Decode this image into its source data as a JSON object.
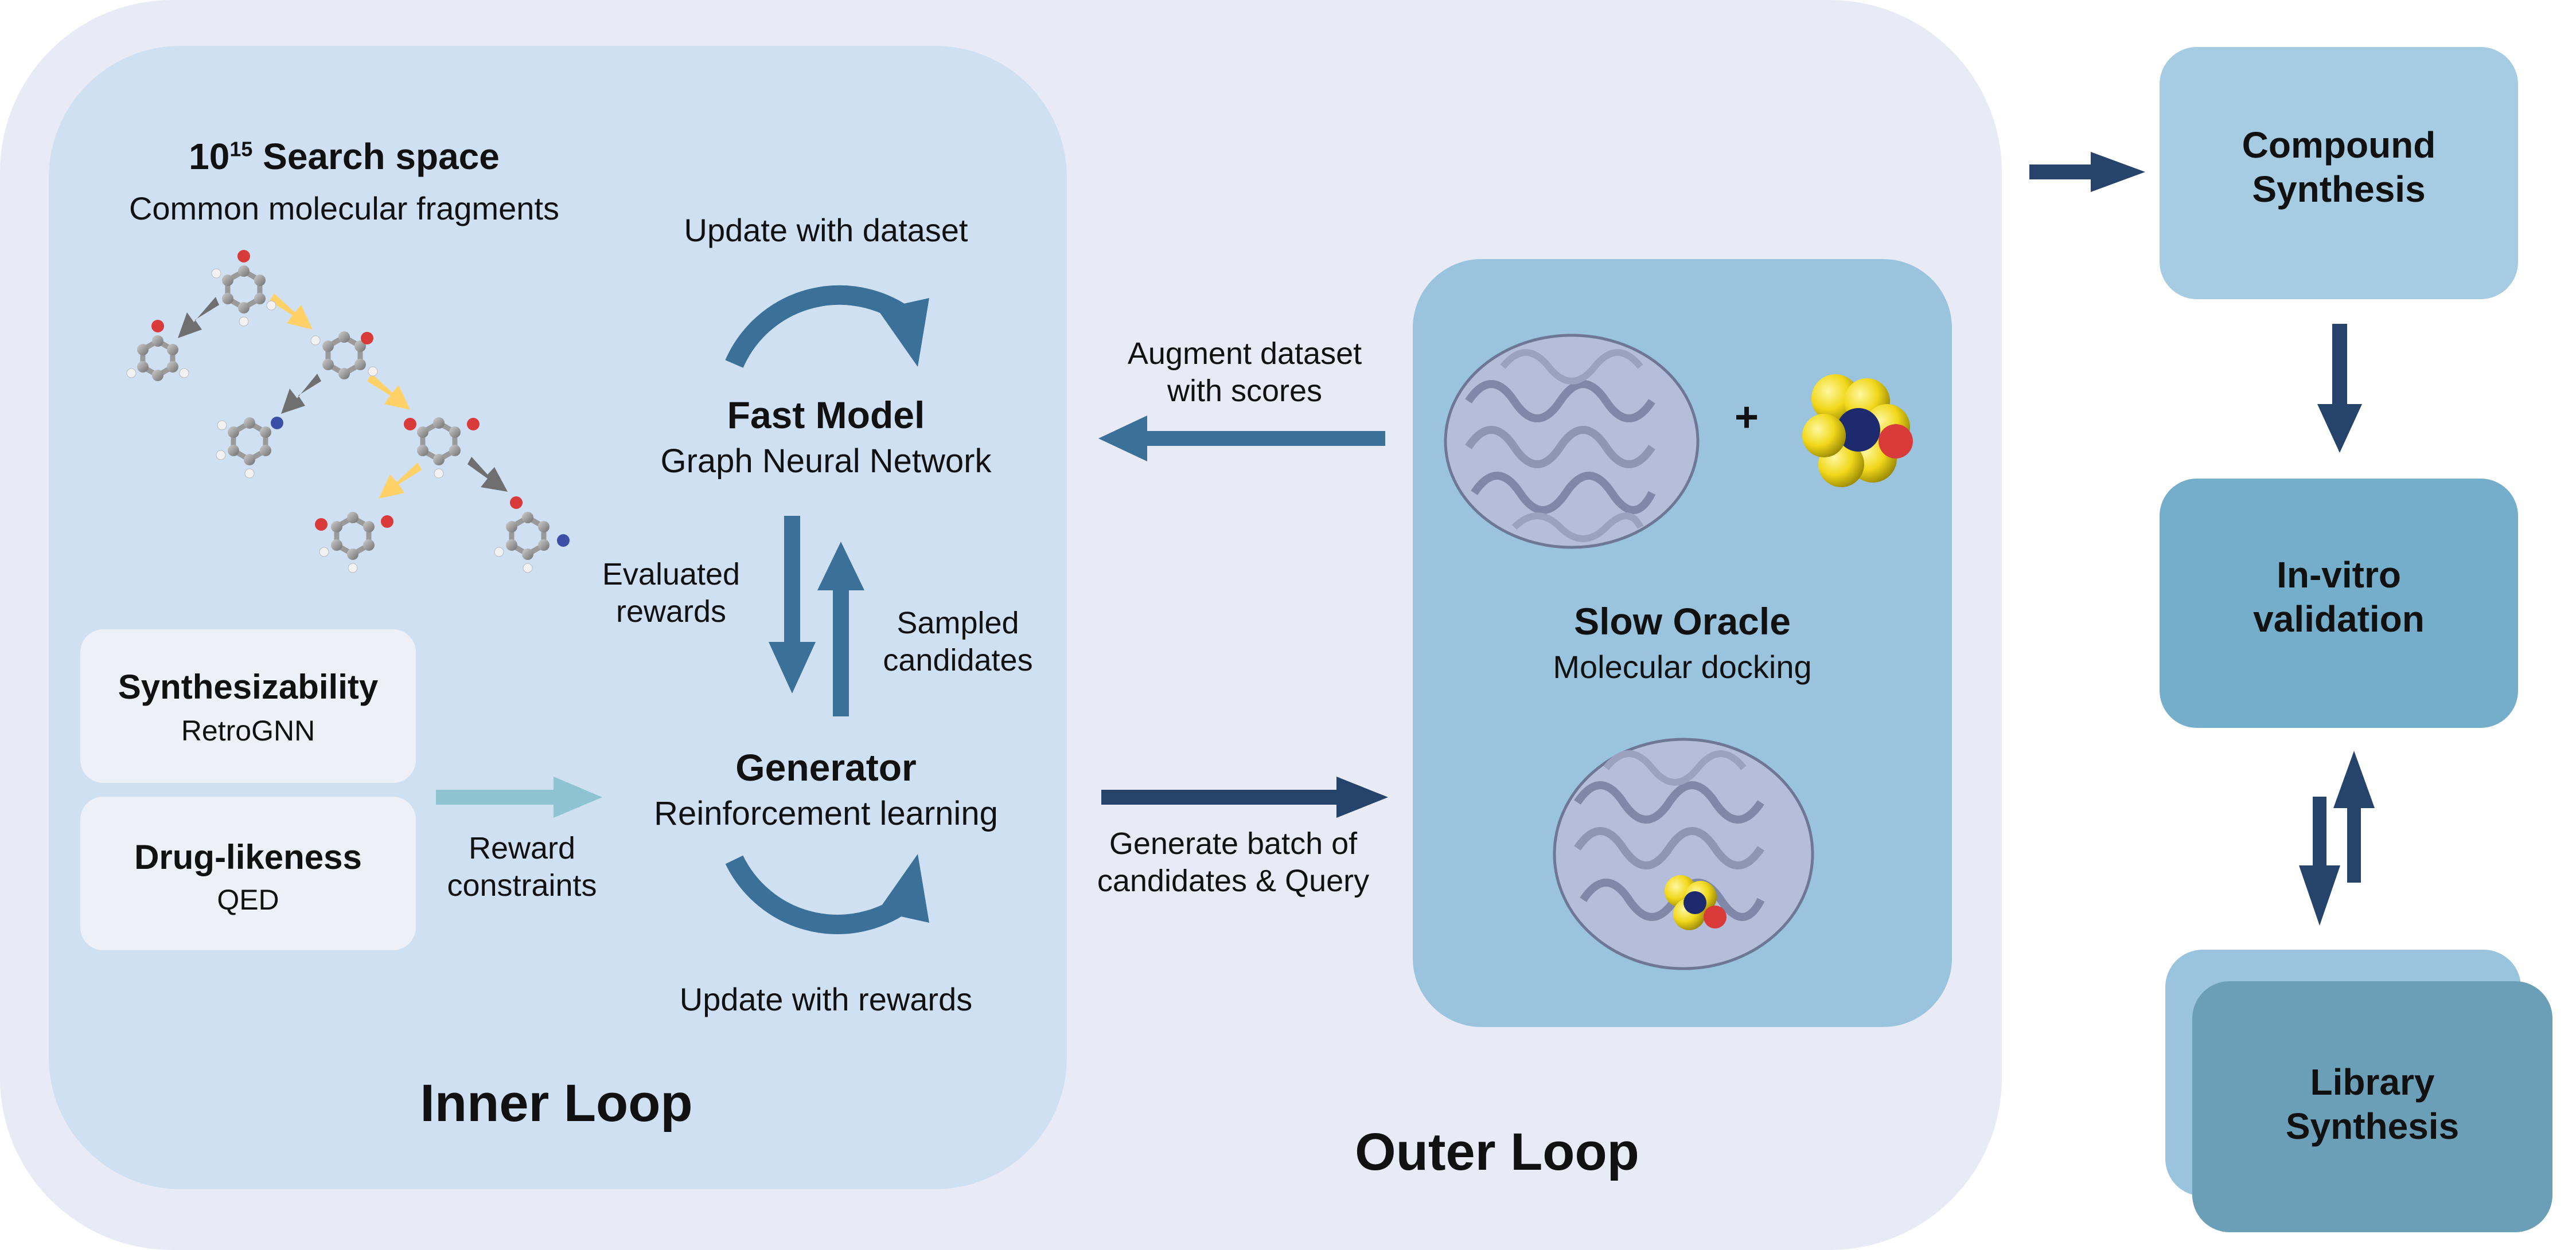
{
  "colors": {
    "outer_bg": "#e8ebf5",
    "inner_bg": "#cfe0f3",
    "oracle_bg": "#9ac4dd",
    "card_bg": "#eef0f8",
    "arrow_dark": "#26446b",
    "arrow_mid": "#3b7198",
    "arrow_light": "#8ec4d2",
    "compound_bg": "#a6cce3",
    "invitro_bg": "#74aecb",
    "library_bg": "#6b9fb8",
    "library_back_bg": "#9ac4dd"
  },
  "search_space": {
    "base": "10",
    "exponent": "15",
    "title": "Search space",
    "subtitle": "Common molecular fragments"
  },
  "fast_model": {
    "title": "Fast Model",
    "subtitle": "Graph Neural Network"
  },
  "generator": {
    "title": "Generator",
    "subtitle": "Reinforcement learning"
  },
  "update_dataset": "Update with dataset",
  "update_rewards": "Update with rewards",
  "evaluated_rewards": [
    "Evaluated",
    "rewards"
  ],
  "sampled_candidates": [
    "Sampled",
    "candidates"
  ],
  "synthesizability": {
    "title": "Synthesizability",
    "subtitle": "RetroGNN"
  },
  "drug_likeness": {
    "title": "Drug-likeness",
    "subtitle": "QED"
  },
  "reward_constraints": [
    "Reward",
    "constraints"
  ],
  "augment_dataset": [
    "Augment dataset",
    "with scores"
  ],
  "generate_batch": [
    "Generate batch of",
    "candidates & Query"
  ],
  "slow_oracle": {
    "title": "Slow Oracle",
    "subtitle": "Molecular docking",
    "plus": "+"
  },
  "inner_loop": "Inner Loop",
  "outer_loop": "Outer Loop",
  "compound_synthesis": [
    "Compound",
    "Synthesis"
  ],
  "in_vitro": [
    "In-vitro",
    "validation"
  ],
  "library_synthesis": [
    "Library",
    "Synthesis"
  ]
}
